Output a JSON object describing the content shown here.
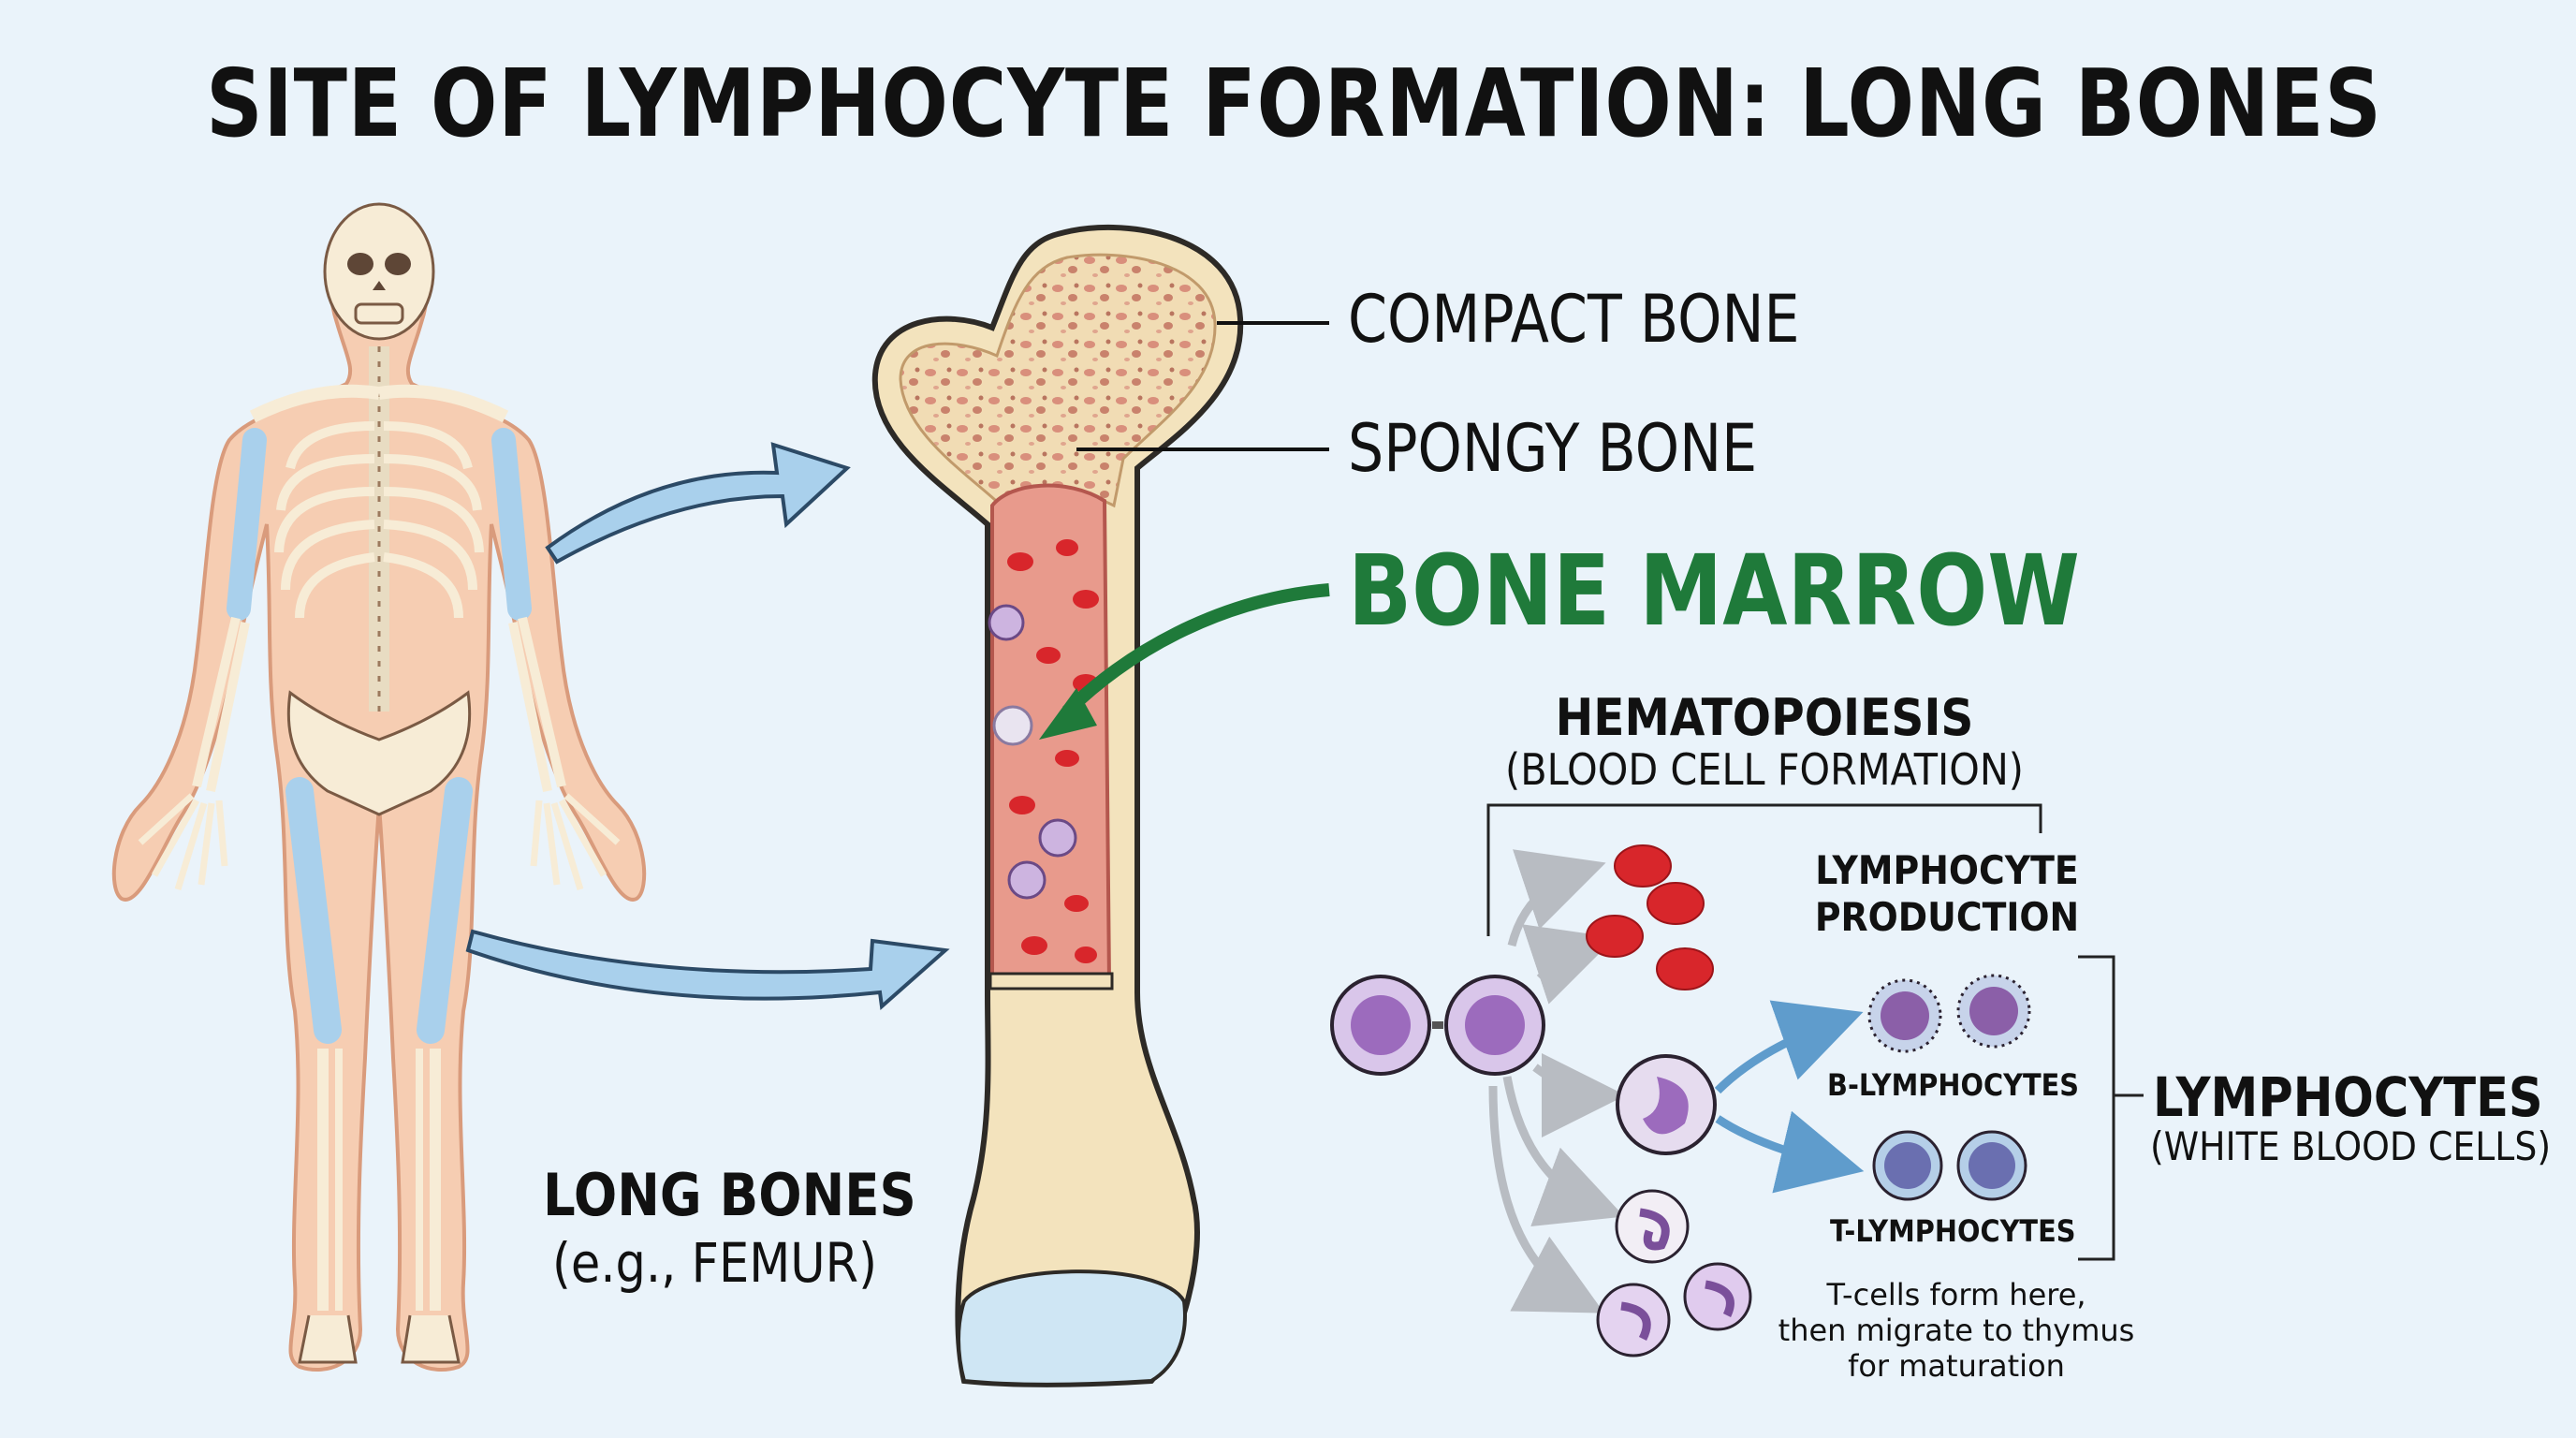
{
  "title": "SITE OF LYMPHOCYTE FORMATION: LONG BONES",
  "labels": {
    "compact_bone": "COMPACT BONE",
    "spongy_bone": "SPONGY BONE",
    "bone_marrow": "BONE MARROW",
    "long_bones": "LONG BONES",
    "long_bones_example": "(e.g., FEMUR)",
    "hematopoiesis": "HEMATOPOIESIS",
    "hematopoiesis_sub": "(BLOOD CELL FORMATION)",
    "lymphocyte_production_1": "LYMPHOCYTE",
    "lymphocyte_production_2": "PRODUCTION",
    "b_lymphocytes": "B-LYMPHOCYTES",
    "t_lymphocytes": "T-LYMPHOCYTES",
    "lymphocytes": "LYMPHOCYTES",
    "lymphocytes_sub": "(WHITE BLOOD CELLS)",
    "note_1": "T-cells form here,",
    "note_2": "then migrate to thymus",
    "note_3": "for maturation"
  },
  "colors": {
    "background": "#eaf3fa",
    "marrow_green": "#1f7a3a",
    "highlight_bone_blue": "#a9d0ec",
    "bone_cream": "#f3e3bd",
    "marrow_red": "#e06a64",
    "rbc_red": "#d8262b",
    "cell_purple": "#8b5fa8",
    "skin": "#f6cdb2"
  },
  "icons": [
    "skeleton-figure",
    "femur-cross-section",
    "stem-cell",
    "red-blood-cell",
    "b-lymphocyte",
    "t-lymphocyte",
    "granulocyte",
    "arrow"
  ]
}
